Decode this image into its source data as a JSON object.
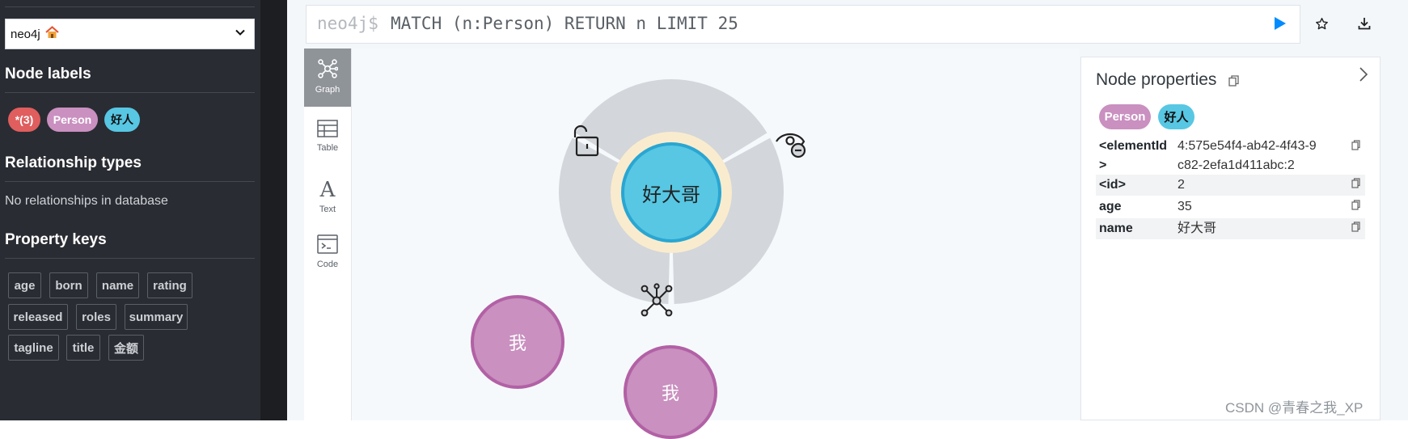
{
  "sidebar": {
    "database": {
      "value": "neo4j",
      "icon": "home-icon"
    },
    "node_labels": {
      "heading": "Node labels",
      "items": [
        {
          "label": "*(3)",
          "color": "#e05e5e"
        },
        {
          "label": "Person",
          "color": "#c990c0"
        },
        {
          "label": "好人",
          "color": "#57c7e3"
        }
      ]
    },
    "relationship_types": {
      "heading": "Relationship types",
      "empty_text": "No relationships in database"
    },
    "property_keys": {
      "heading": "Property keys",
      "items": [
        "age",
        "born",
        "name",
        "rating",
        "released",
        "roles",
        "summary",
        "tagline",
        "title",
        "金额"
      ]
    }
  },
  "editor": {
    "prompt": "neo4j$",
    "query": "MATCH (n:Person) RETURN n LIMIT 25"
  },
  "toolbar": {
    "run_icon": "play-icon",
    "favorite_icon": "star-icon",
    "download_icon": "download-icon"
  },
  "views": [
    {
      "label": "Graph",
      "icon": "graph-icon",
      "active": true
    },
    {
      "label": "Table",
      "icon": "table-icon",
      "active": false
    },
    {
      "label": "Text",
      "icon": "text-icon",
      "active": false
    },
    {
      "label": "Code",
      "icon": "code-icon",
      "active": false
    }
  ],
  "graph": {
    "selected_node": {
      "caption": "好大哥",
      "fill": "#57c7e3",
      "halo": "#f9ecce"
    },
    "ring_actions": [
      "unlock-icon",
      "hide-node-icon",
      "expand-graph-icon"
    ],
    "nodes": [
      {
        "caption": "我",
        "fill": "#c990c0",
        "border": "#b261a5"
      },
      {
        "caption": "我",
        "fill": "#c990c0",
        "border": "#b261a5"
      }
    ]
  },
  "properties": {
    "title": "Node properties",
    "labels": [
      {
        "label": "Person",
        "color": "#c990c0"
      },
      {
        "label": "好人",
        "color": "#57c7e3"
      }
    ],
    "rows": [
      {
        "key": "<elementId>",
        "value": "4:575e54f4-ab42-4f43-9c82-2efa1d411abc:2"
      },
      {
        "key": "<id>",
        "value": "2"
      },
      {
        "key": "age",
        "value": "35"
      },
      {
        "key": "name",
        "value": "好大哥"
      }
    ]
  },
  "watermark": "CSDN @青春之我_XP"
}
